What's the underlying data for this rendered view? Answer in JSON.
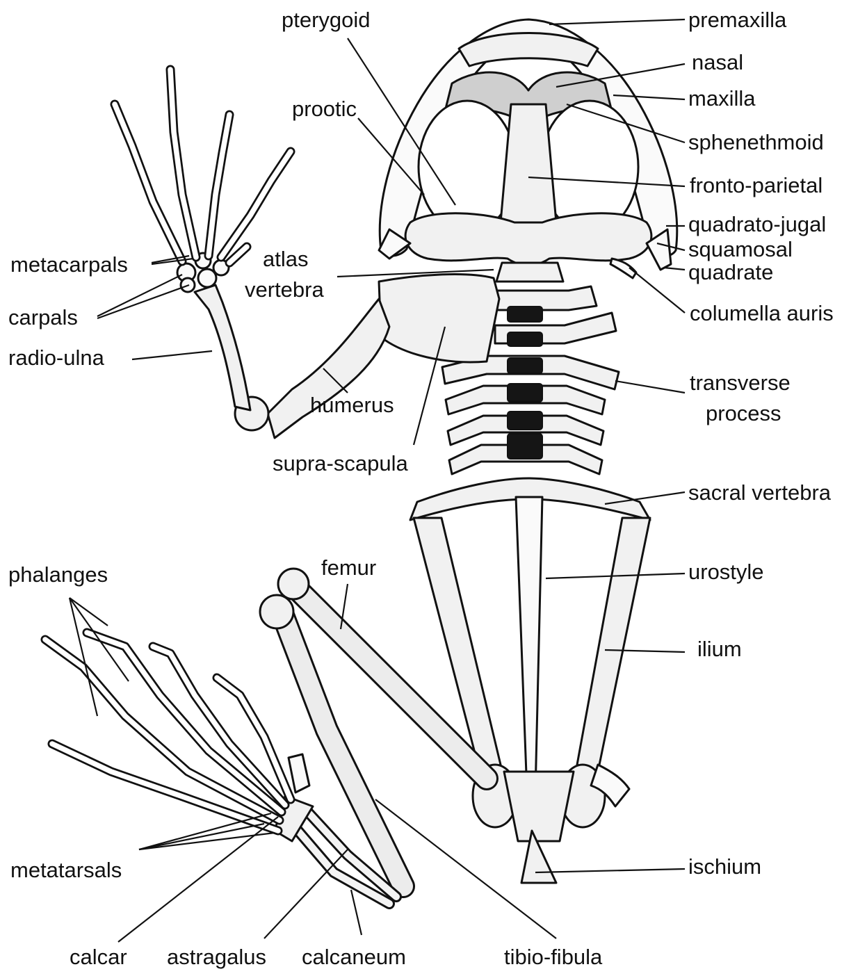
{
  "labels": {
    "pterygoid": "pterygoid",
    "premaxilla": "premaxilla",
    "nasal": "nasal",
    "maxilla": "maxilla",
    "prootic": "prootic",
    "sphenethmoid": "sphenethmoid",
    "fronto_parietal": "fronto-parietal",
    "quadrato_jugal": "quadrato-jugal",
    "squamosal": "squamosal",
    "quadrate": "quadrate",
    "metacarpals": "metacarpals",
    "atlas": "atlas",
    "vertebra": "vertebra",
    "carpals": "carpals",
    "columella_auris": "columella auris",
    "radio_ulna": "radio-ulna",
    "transverse": "transverse",
    "process": "process",
    "humerus": "humerus",
    "supra_scapula": "supra-scapula",
    "sacral_vertebra": "sacral vertebra",
    "phalanges": "phalanges",
    "femur": "femur",
    "urostyle": "urostyle",
    "ilium": "ilium",
    "metatarsals": "metatarsals",
    "ischium": "ischium",
    "calcar": "calcar",
    "astragalus": "astragalus",
    "calcaneum": "calcaneum",
    "tibio_fibula": "tibio-fibula"
  }
}
